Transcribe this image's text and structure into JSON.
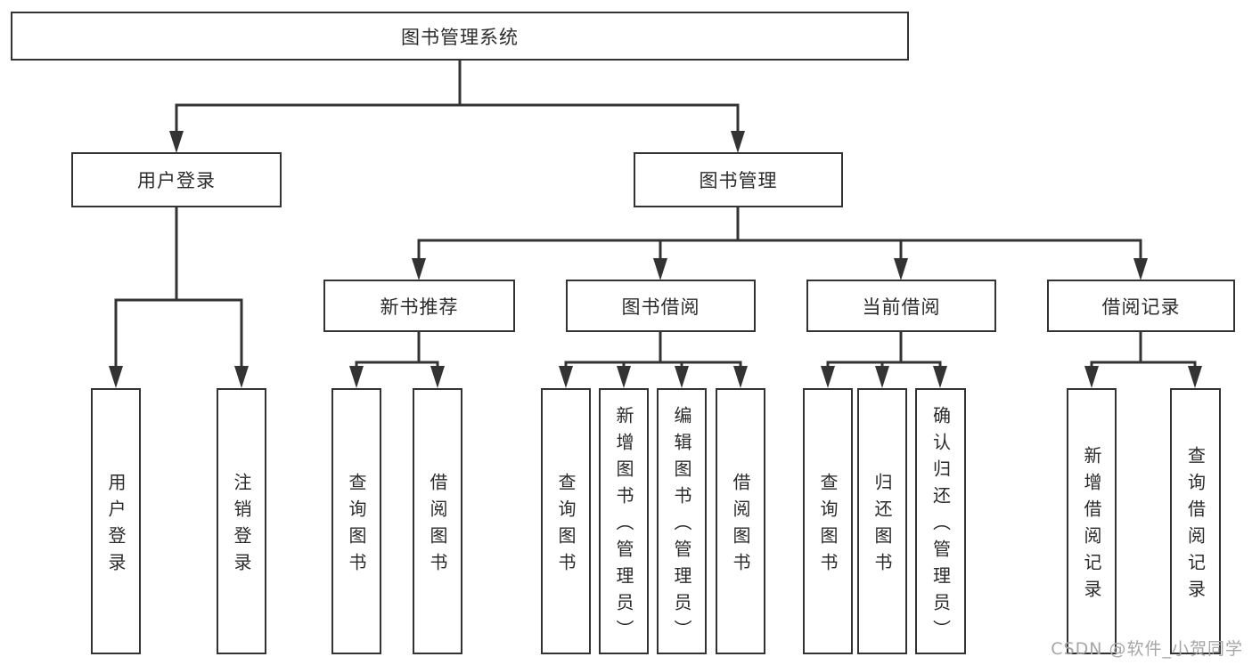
{
  "diagram_title": "图书管理系统",
  "watermark": "CSDN @软件_小贺同学",
  "colors": {
    "line": "#333333",
    "box_border": "#333333",
    "box_background": "#ffffff",
    "text": "#2b2b2b",
    "watermark": "#a6a6a6"
  },
  "tree": {
    "root": {
      "label": "图书管理系统"
    },
    "branches": [
      {
        "label": "用户登录",
        "children": [
          {
            "label": "用户登录"
          },
          {
            "label": "注销登录"
          }
        ]
      },
      {
        "label": "图书管理",
        "children": [
          {
            "label": "新书推荐",
            "children": [
              {
                "label": "查询图书"
              },
              {
                "label": "借阅图书"
              }
            ]
          },
          {
            "label": "图书借阅",
            "children": [
              {
                "label": "查询图书"
              },
              {
                "label": "新增图书（管理员）"
              },
              {
                "label": "编辑图书（管理员）"
              },
              {
                "label": "借阅图书"
              }
            ]
          },
          {
            "label": "当前借阅",
            "children": [
              {
                "label": "查询图书"
              },
              {
                "label": "归还图书"
              },
              {
                "label": "确认归还（管理员）"
              }
            ]
          },
          {
            "label": "借阅记录",
            "children": [
              {
                "label": "新增借阅记录"
              },
              {
                "label": "查询借阅记录"
              }
            ]
          }
        ]
      }
    ]
  }
}
